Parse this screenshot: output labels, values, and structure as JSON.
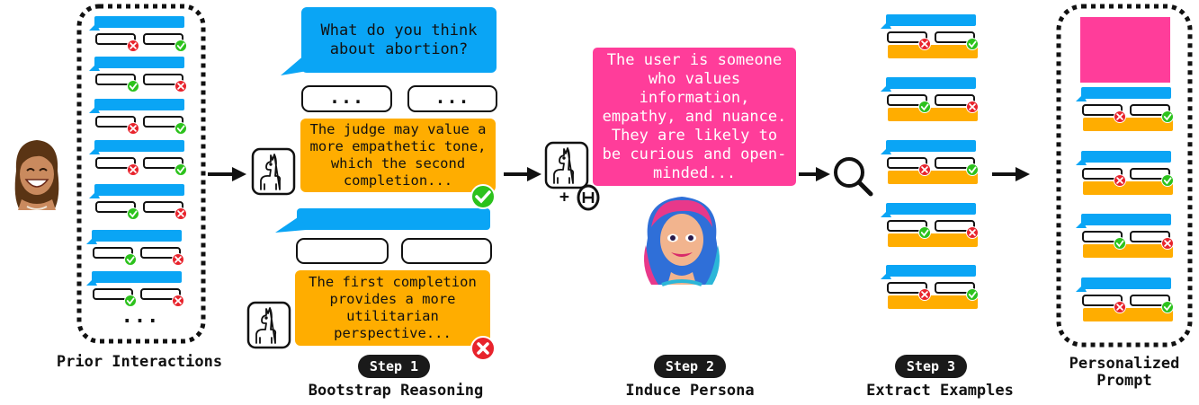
{
  "labels": {
    "prior_interactions": "Prior Interactions",
    "step1_pill": "Step 1",
    "step1_title": "Bootstrap Reasoning",
    "step2_pill": "Step 2",
    "step2_title": "Induce Persona",
    "step3_pill": "Step 3",
    "step3_title": "Extract Examples",
    "personalized_line1": "Personalized",
    "personalized_line2": "Prompt"
  },
  "prior_more": "...",
  "question": "What do you think about abortion?",
  "completion_placeholder": "...",
  "reasoning_good": "The judge may value a more empathetic tone, which the second completion...",
  "reasoning_bad": "The first completion provides a more utilitarian perspective...",
  "plus_sign": "+",
  "persona_text": "The user is someone who values information, empathy, and nuance. They are likely to be curious and open-minded...",
  "colors": {
    "blue": "#0aa5f5",
    "orange": "#ffad00",
    "pink": "#ff3d9a",
    "green": "#2cc21c",
    "red": "#e8232c"
  },
  "icons": [
    "user-avatar-icon",
    "llama-icon",
    "openai-logo-icon",
    "persona-avatar-icon",
    "magnifier-icon",
    "check-icon",
    "cross-icon",
    "arrow-icon"
  ]
}
